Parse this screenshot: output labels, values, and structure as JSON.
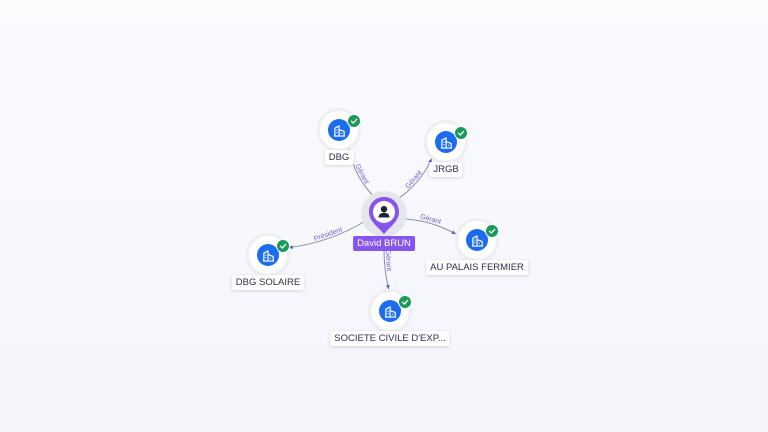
{
  "graph": {
    "center": {
      "name": "David BRUN",
      "type": "person"
    },
    "companies": [
      {
        "id": "dbg",
        "name": "DBG",
        "relation": "Gérant",
        "verified": true
      },
      {
        "id": "jrgb",
        "name": "JRGB",
        "relation": "Gérant",
        "verified": true
      },
      {
        "id": "au-palais-fermier",
        "name": "AU PALAIS FERMIER",
        "relation": "Gérant",
        "verified": true
      },
      {
        "id": "societe-civile",
        "name": "SOCIETE CIVILE D'EXP...",
        "relation": "Gérant",
        "verified": true
      },
      {
        "id": "dbg-solaire",
        "name": "DBG SOLAIRE",
        "relation": "Président",
        "verified": true
      }
    ]
  },
  "colors": {
    "person_accent": "#8754ee",
    "company_icon": "#1c6cf0",
    "verified_badge": "#19995a",
    "relation_label": "#6a63d8",
    "edge": "#8d8da3"
  },
  "icons": {
    "person": "person-icon",
    "company": "building-icon",
    "verified": "check-icon"
  }
}
